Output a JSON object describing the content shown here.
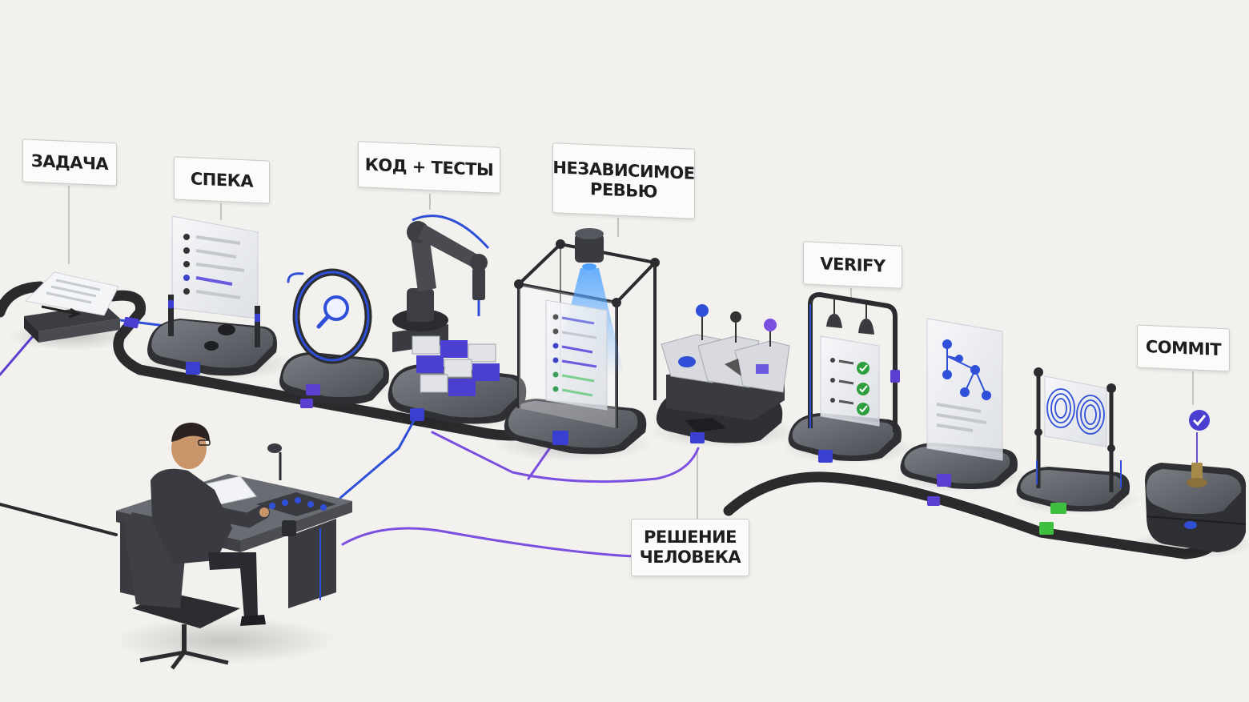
{
  "diagram": {
    "stages": [
      {
        "id": "task",
        "label": "ЗАДАЧА"
      },
      {
        "id": "spec",
        "label": "СПЕКА"
      },
      {
        "id": "code",
        "label": "КОД + ТЕСТЫ"
      },
      {
        "id": "review",
        "label": "НЕЗАВИСИМОЕ\nРЕВЬЮ"
      },
      {
        "id": "verify",
        "label": "VERIFY"
      },
      {
        "id": "commit",
        "label": "COMMIT"
      }
    ],
    "human": {
      "label": "РЕШЕНИЕ\nЧЕЛОВЕКА"
    }
  },
  "colors": {
    "background": "#f3f1ee",
    "belt": "#2b2b2e",
    "cable_blue": "#2f4fd8",
    "cable_purple": "#7b4fe0",
    "accent_green": "#3fbf3f",
    "machine_dark": "#3a3b40",
    "machine_top": "#5a5c63",
    "glass": "#e6e9ee"
  },
  "icons": [
    "document-icon",
    "magnifier-icon",
    "robot-arm-icon",
    "camera-icon",
    "checklist-icon",
    "tray-icon",
    "lamp-icon",
    "tree-graph-icon",
    "fingerprint-icon",
    "checkmark-icon",
    "operator-icon"
  ]
}
